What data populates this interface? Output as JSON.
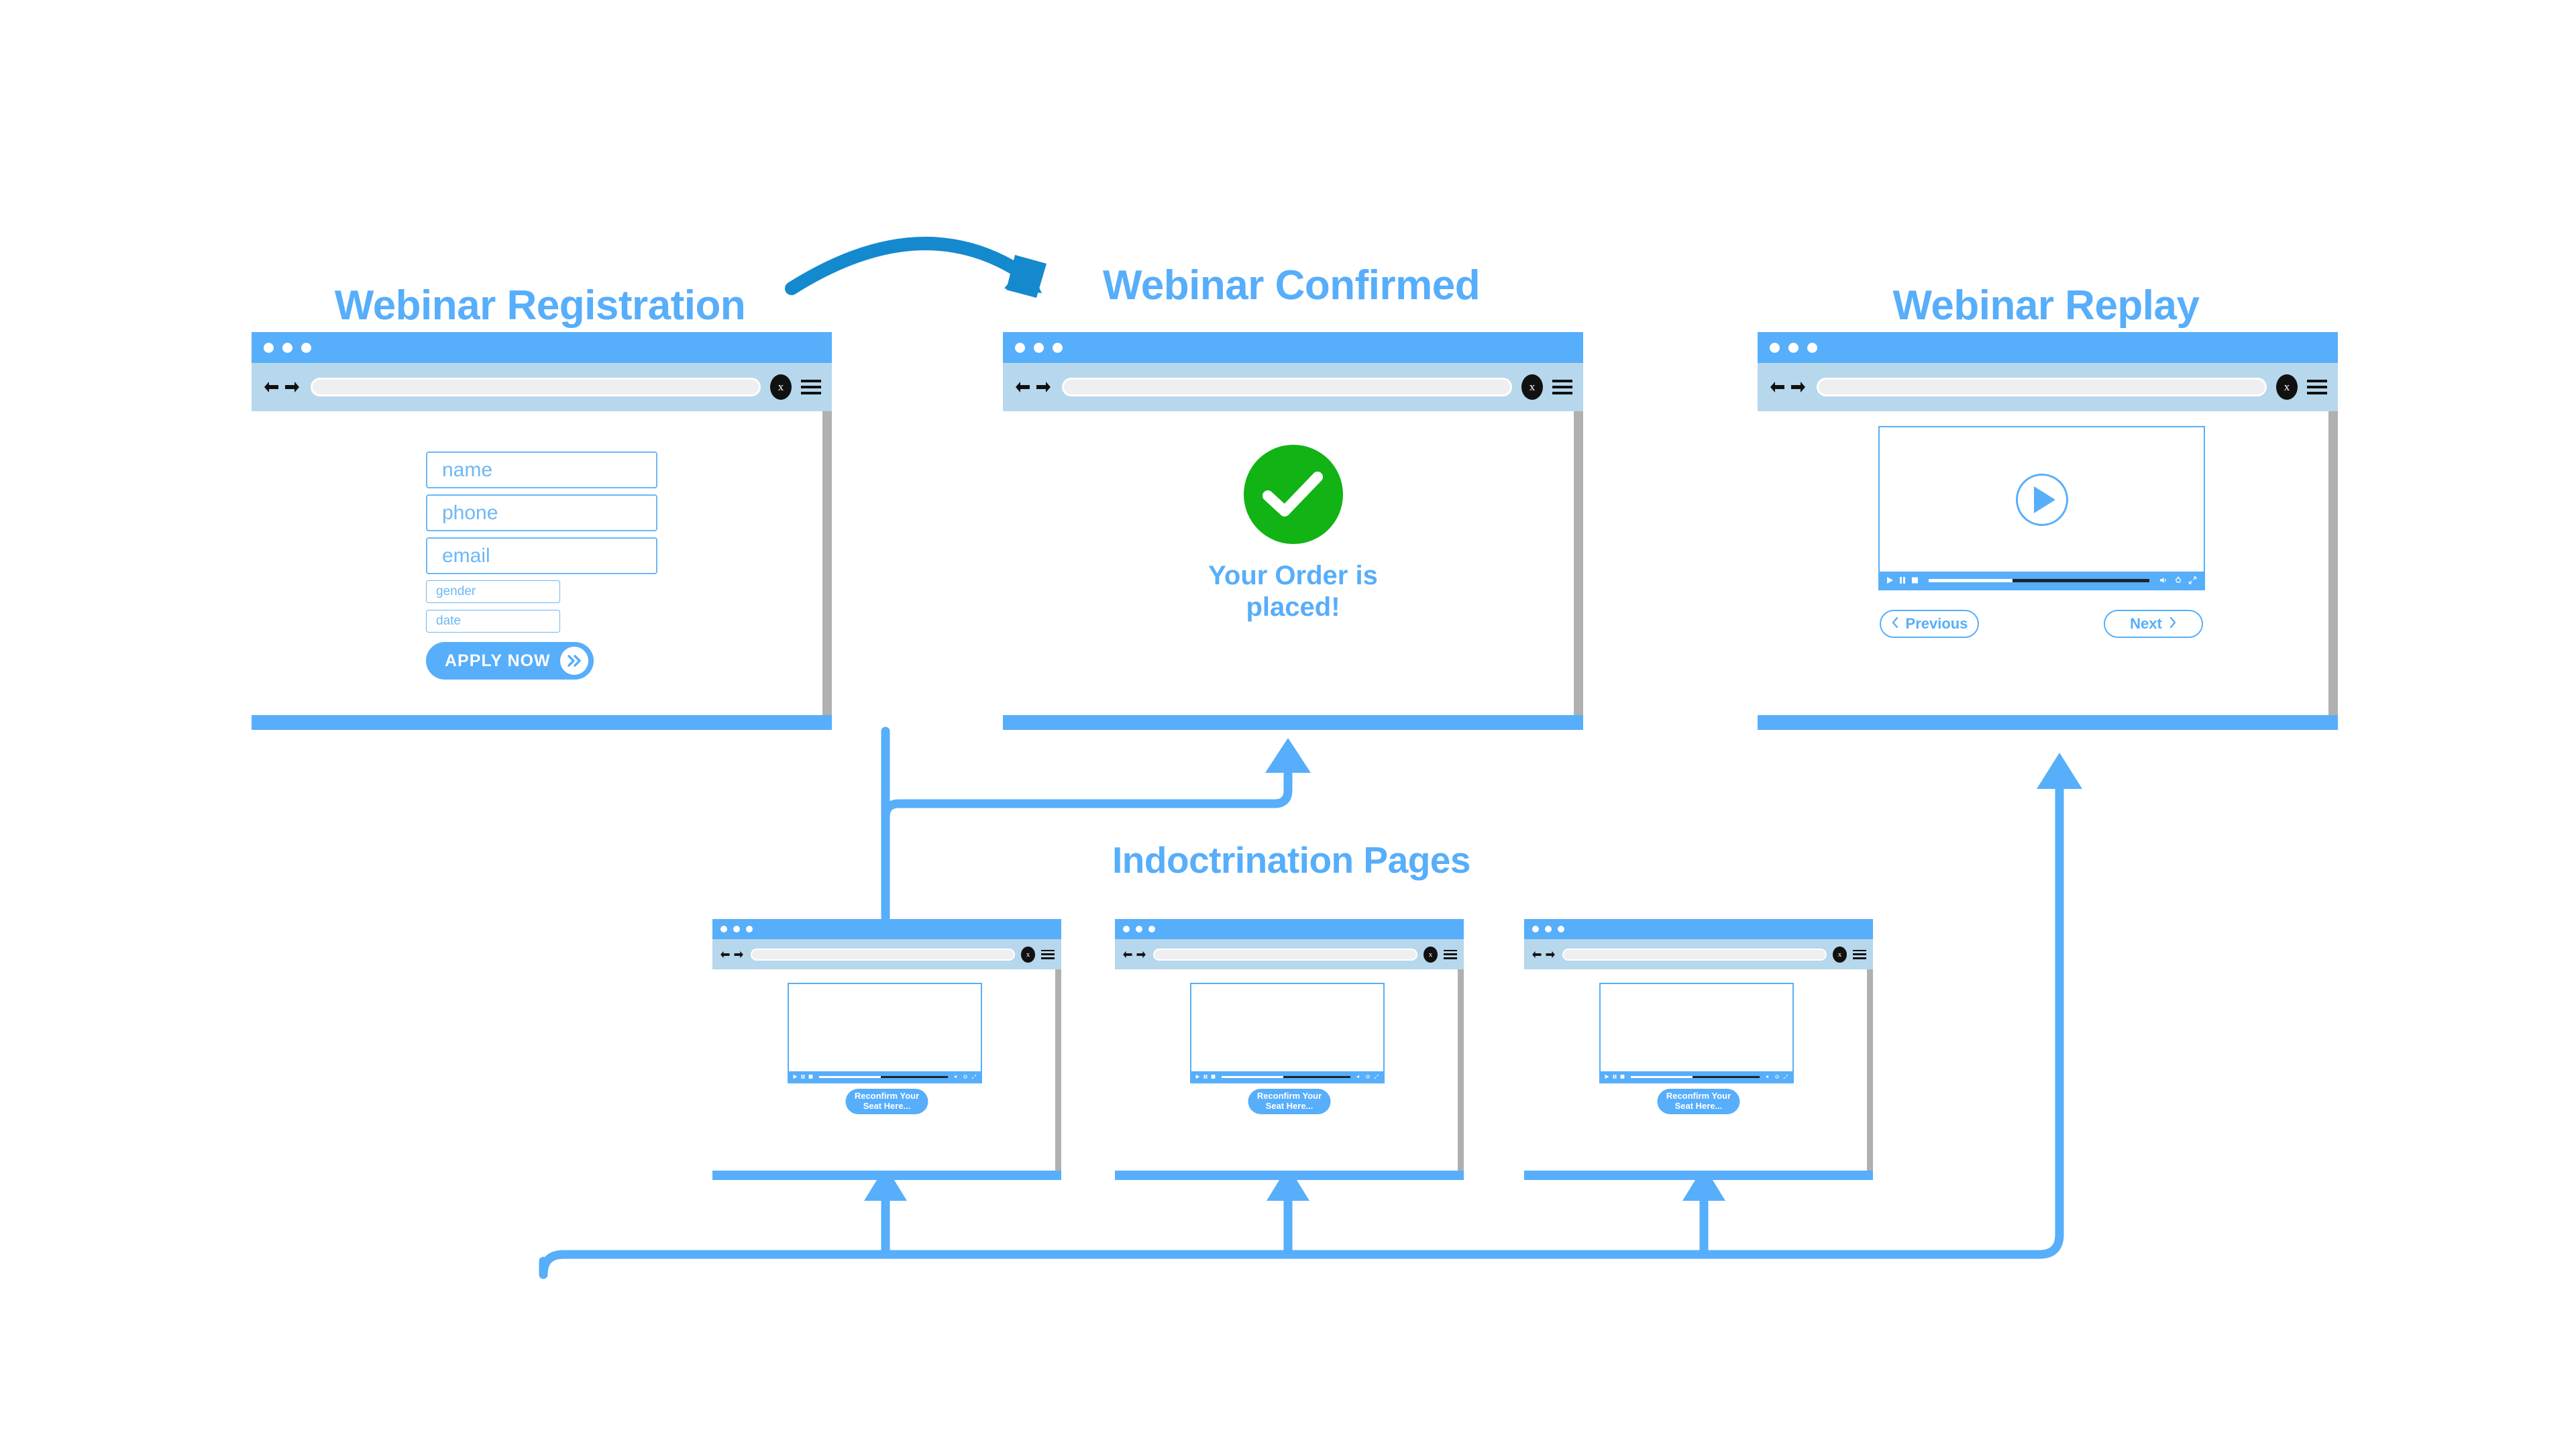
{
  "colors": {
    "accent": "#57AEFA",
    "accent_dark": "#1589CE",
    "toolbar": "#B6D7EC",
    "success_green": "#11B315",
    "scrollbar_gray": "#B0B0B0",
    "field_border": "#6CB8F7",
    "progress_remaining": "#1E2430"
  },
  "sections": {
    "registration": {
      "title": "Webinar Registration",
      "form": {
        "fields": [
          {
            "name": "name-field",
            "placeholder": "name"
          },
          {
            "name": "phone-field",
            "placeholder": "phone"
          },
          {
            "name": "email-field",
            "placeholder": "email"
          },
          {
            "name": "gender-field",
            "placeholder": "gender"
          },
          {
            "name": "date-field",
            "placeholder": "date"
          }
        ],
        "submit_label": "APPLY NOW",
        "submit_icon": "double-chevron-right-icon"
      }
    },
    "confirmed": {
      "title": "Webinar Confirmed",
      "status_icon": "check-circle-icon",
      "message_line1": "Your Order is",
      "message_line2": "placed!"
    },
    "replay": {
      "title": "Webinar Replay",
      "player": {
        "play_icon": "play-button-icon",
        "controls": [
          "play-icon",
          "pause-icon",
          "stop-icon",
          "volume-icon",
          "settings-icon",
          "fullscreen-icon"
        ],
        "progress_percent": 38
      },
      "prev_label": "Previous",
      "next_label": "Next",
      "prev_icon": "chevron-left-icon",
      "next_icon": "chevron-right-icon"
    },
    "indoctrination": {
      "title": "Indoctrination Pages",
      "pages": [
        {
          "cta_line1": "Reconfirm Your",
          "cta_line2": "Seat Here...",
          "progress_percent": 48
        },
        {
          "cta_line1": "Reconfirm Your",
          "cta_line2": "Seat Here...",
          "progress_percent": 48
        },
        {
          "cta_line1": "Reconfirm Your",
          "cta_line2": "Seat Here...",
          "progress_percent": 48
        }
      ]
    }
  },
  "browser_chrome": {
    "dots": 3,
    "back_icon": "arrow-left-icon",
    "forward_icon": "arrow-right-icon",
    "address_value": "",
    "close_icon": "x-circle-icon",
    "close_glyph": "x",
    "menu_icon": "hamburger-menu-icon"
  }
}
